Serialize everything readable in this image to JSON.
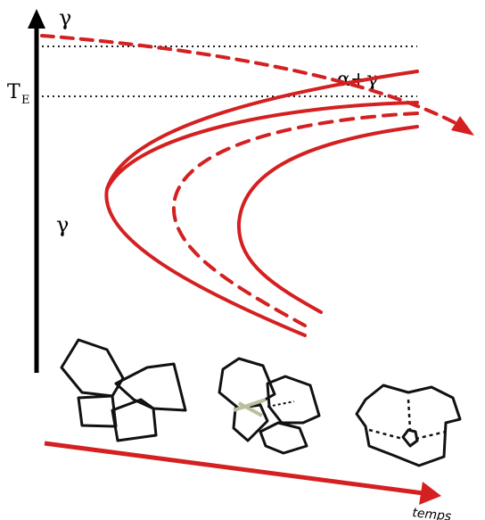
{
  "labels": {
    "gamma_top": "γ",
    "te_main": "T",
    "te_sub": "E",
    "alpha_gamma": "α+γ",
    "gamma_mid": "γ",
    "time": "temps"
  },
  "colors": {
    "curve": "#d42020",
    "axis": "#000000",
    "grain": "#111111",
    "nucleus": "#b8bf9c"
  },
  "icons": {
    "vertical_axis": "arrow-up",
    "time_axis": "arrow-right",
    "cooling_path": "dashed-arrow"
  }
}
